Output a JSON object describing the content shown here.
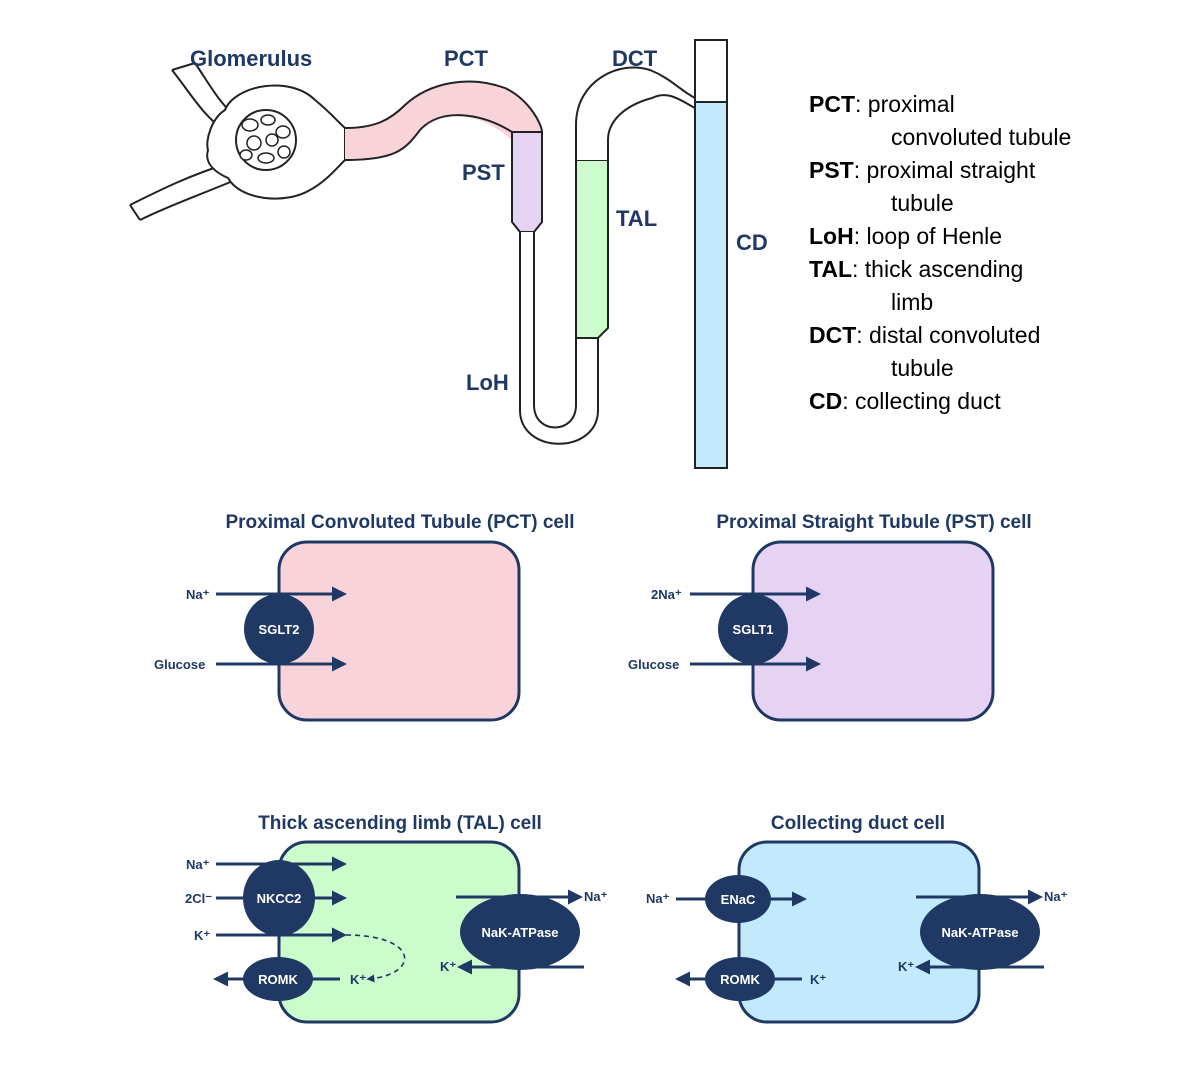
{
  "nephron": {
    "labels": {
      "glomerulus": "Glomerulus",
      "pct": "PCT",
      "pst": "PST",
      "loh": "LoH",
      "tal": "TAL",
      "dct": "DCT",
      "cd": "CD"
    }
  },
  "legend": [
    {
      "abbr": "PCT",
      "line1": ": proximal",
      "line2": "convoluted tubule"
    },
    {
      "abbr": "PST",
      "line1": ": proximal straight",
      "line2": "tubule"
    },
    {
      "abbr": "LoH",
      "line1": ": loop of Henle",
      "line2": ""
    },
    {
      "abbr": "TAL",
      "line1": ": thick ascending",
      "line2": "limb"
    },
    {
      "abbr": "DCT",
      "line1": ": distal convoluted",
      "line2": "tubule"
    },
    {
      "abbr": "CD",
      "line1": ": collecting duct",
      "line2": ""
    }
  ],
  "cells": {
    "pct": {
      "title": "Proximal Convoluted Tubule (PCT) cell",
      "ion1": "Na⁺",
      "ion2": "Glucose",
      "transporter": "SGLT2",
      "color": "#f8d4da"
    },
    "pst": {
      "title": "Proximal Straight Tubule (PST) cell",
      "ion1": "2Na⁺",
      "ion2": "Glucose",
      "transporter": "SGLT1",
      "color": "#e6d3f3"
    },
    "tal": {
      "title": "Thick ascending limb (TAL) cell",
      "ion1": "Na⁺",
      "ion2": "2Cl⁻",
      "ion3": "K⁺",
      "ion_out": "K⁺",
      "ion_recycle": "K⁺",
      "transporter1": "NKCC2",
      "transporter2": "ROMK",
      "pump": "NaK-ATPase",
      "pump_na": "Na⁺",
      "pump_k": "K⁺",
      "color": "#ccfccc"
    },
    "cd": {
      "title": "Collecting duct cell",
      "ion1": "Na⁺",
      "ion_k": "K⁺",
      "transporter1": "ENaC",
      "transporter2": "ROMK",
      "pump": "NaK-ATPase",
      "pump_na": "Na⁺",
      "pump_k": "K⁺",
      "color": "#c3e9fc"
    }
  },
  "colors": {
    "navy": "#1f3864",
    "pct": "#f8d4da",
    "pst": "#e6d3f3",
    "tal": "#ccfccc",
    "cd": "#c3e9fc"
  }
}
